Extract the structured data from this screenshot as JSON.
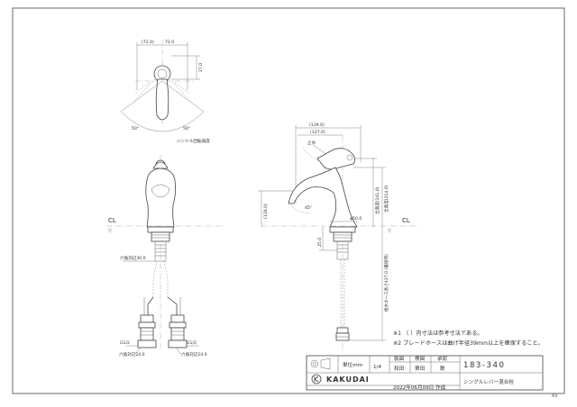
{
  "drawing": {
    "dim_top_left": "(72.0)",
    "dim_top_right": "72.0",
    "dim_top_vertical": "27.0",
    "angle_left": "50°",
    "angle_right": "50°",
    "handle_angle_label": "ハンドル回転角度",
    "cl_left": "CL",
    "cl_right": "CL",
    "dim_139": "(139.0)",
    "dim_127": "(127.0)",
    "label_tomizu": "止水",
    "dim_119": "(119.0)",
    "dim_45deg": "45°",
    "dim_phi50": "φ50.0",
    "dim_25": "25.0",
    "dim_241": "全高度(241.0)",
    "dim_214": "全高度(214.0)",
    "dim_427": "給水ホース長さ427.0 (最短時)",
    "hex_upper": "六角対辺30.0",
    "g_left": "G1/2",
    "g_right": "G1/2",
    "hex_left": "六角対辺24.0",
    "hex_right": "六角対辺24.0"
  },
  "notes": [
    "※1 （ ）内寸法は参考寸法である。",
    "※2 ブレードホースは曲げ半径39mm以上を確保すること。"
  ],
  "title_block": {
    "unit_label": "単位mm",
    "scale": "1/4",
    "col_seizu": "製図",
    "col_kenzu": "検図",
    "col_shonin": "承認",
    "name_1": "和田",
    "name_2": "栗田",
    "name_3": "数",
    "product_number": "183-340",
    "product_name": "シングルレバー混合栓",
    "brand": "KAKUDAI",
    "date": "2022年06月09日 作成",
    "sheet_size": "A3"
  }
}
